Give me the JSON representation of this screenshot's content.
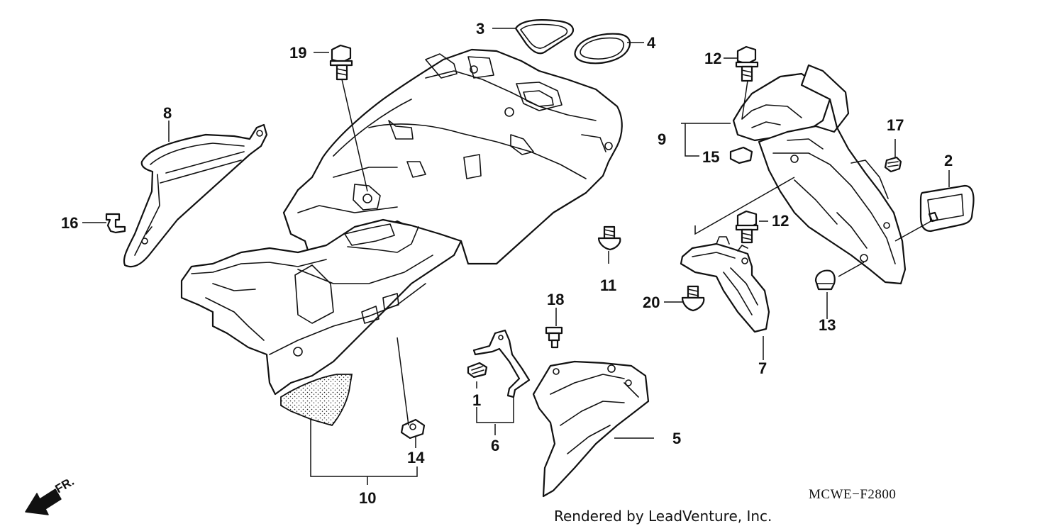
{
  "diagram": {
    "callouts": [
      {
        "id": "c1",
        "label": "1"
      },
      {
        "id": "c2",
        "label": "2"
      },
      {
        "id": "c3",
        "label": "3"
      },
      {
        "id": "c4",
        "label": "4"
      },
      {
        "id": "c5",
        "label": "5"
      },
      {
        "id": "c6",
        "label": "6"
      },
      {
        "id": "c7",
        "label": "7"
      },
      {
        "id": "c8",
        "label": "8"
      },
      {
        "id": "c9",
        "label": "9"
      },
      {
        "id": "c10",
        "label": "10"
      },
      {
        "id": "c11",
        "label": "11"
      },
      {
        "id": "c12a",
        "label": "12"
      },
      {
        "id": "c12b",
        "label": "12"
      },
      {
        "id": "c13",
        "label": "13"
      },
      {
        "id": "c14",
        "label": "14"
      },
      {
        "id": "c15",
        "label": "15"
      },
      {
        "id": "c16",
        "label": "16"
      },
      {
        "id": "c17",
        "label": "17"
      },
      {
        "id": "c18",
        "label": "18"
      },
      {
        "id": "c19",
        "label": "19"
      },
      {
        "id": "c20",
        "label": "20"
      }
    ],
    "front_indicator": "FR.",
    "drawing_code": "MCWE−F2800",
    "credit": "Rendered by LeadVenture, Inc."
  }
}
